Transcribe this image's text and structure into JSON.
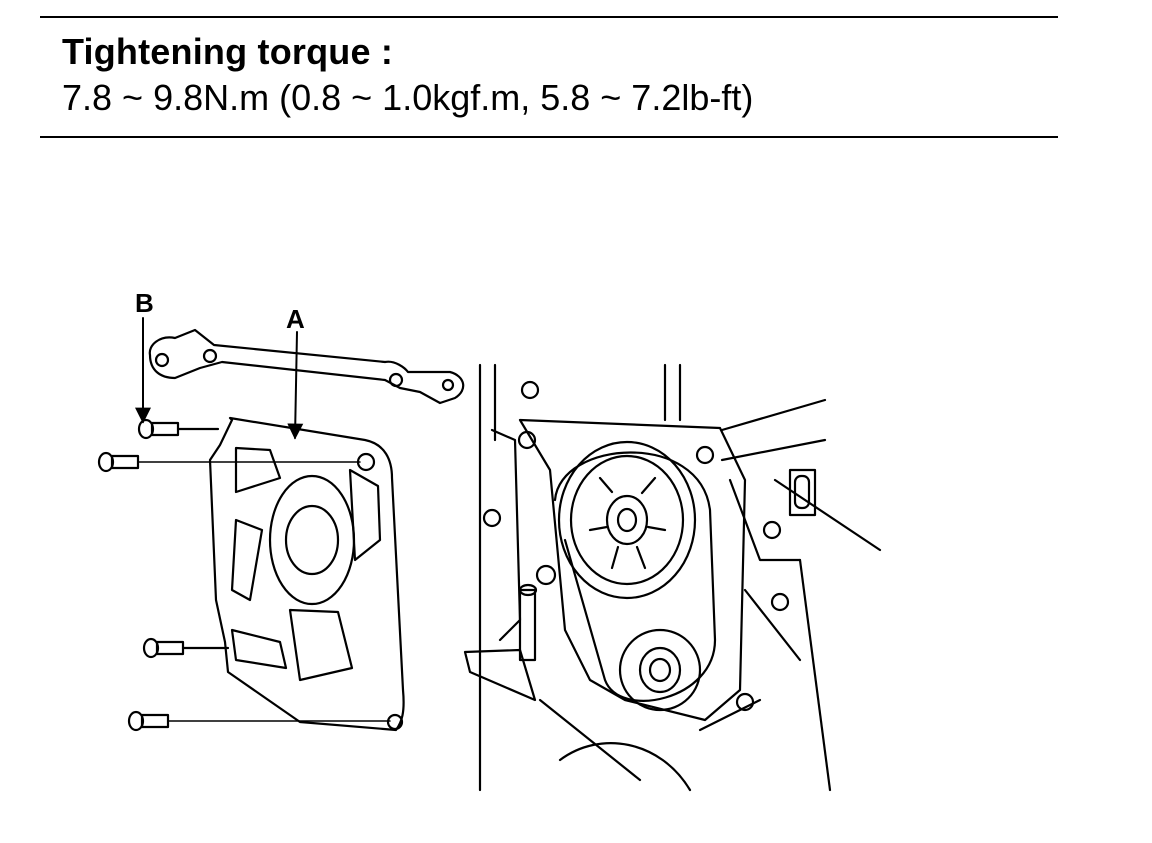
{
  "spec": {
    "title": "Tightening torque :",
    "value": "7.8 ~ 9.8N.m (0.8 ~ 1.0kgf.m, 5.8 ~ 7.2lb-ft)"
  },
  "callouts": {
    "a": "A",
    "b": "B"
  }
}
